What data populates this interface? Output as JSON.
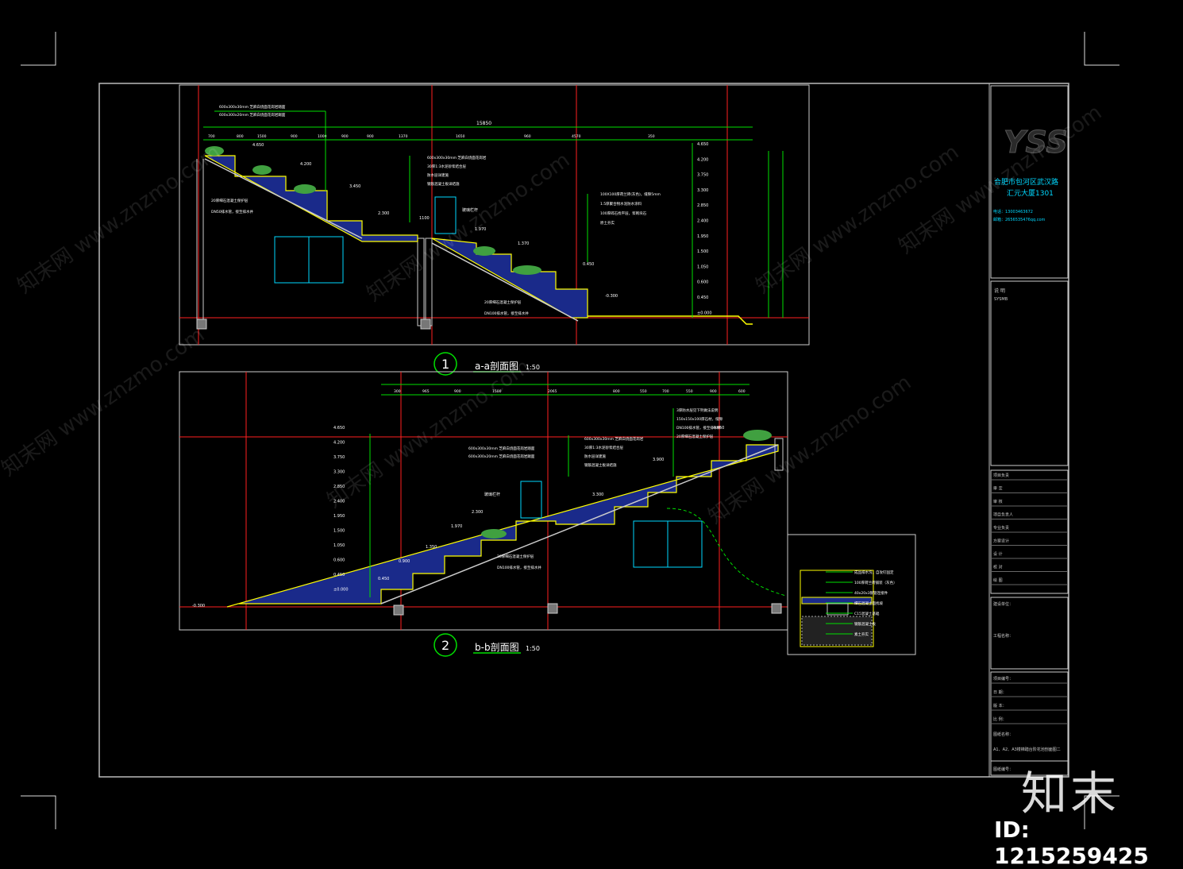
{
  "titleblock": {
    "logo": "YSS",
    "company": "合肥市包河区武汉路",
    "building": "汇元大厦1301",
    "phone": "电话：13003463672",
    "email": "邮箱：2656535476qq.com",
    "notes_title": "说  明",
    "notes_body": "SYSMB",
    "rows": [
      "项目负责",
      "审  定",
      "审  核",
      "项目负责人",
      "专业负责",
      "方案设计",
      "设  计",
      "校  对",
      "绘  图"
    ],
    "client_label": "建设单位：",
    "project_label": "工程名称：",
    "meta": [
      "项目编号：",
      "日  期：",
      "版  本：",
      "比  例："
    ],
    "drawing_label": "图纸名称：",
    "drawing_name": "A1、A2、A3楼梯踏台阶花池剖面图二",
    "sheet_label": "图纸编号："
  },
  "section_a": {
    "number": "1",
    "title": "a-a剖面图",
    "scale": "1:50",
    "total_dim": "15850",
    "dims": [
      "700",
      "800",
      "1500",
      "900",
      "1000",
      "900",
      "900",
      "1370",
      "1650",
      "960",
      "4570",
      "350"
    ],
    "notes_top": [
      "600x300x30mm 芝麻白烧面花岗岩踏面",
      "600x300x20mm 芝麻白烧面花岗岩踢面"
    ],
    "notes_mid": [
      "600x300x30mm 芝麻白烧面花岗岩",
      "30厚1:3水泥砂浆结合层",
      "防水层详建施",
      "钢筋混凝土板详结施"
    ],
    "notes_right": [
      "100X100厚荷兰砖(灰色)，缝隙5mm",
      "1.5厚聚合物水泥防水涂料",
      "100厚碎石找平层，浆砌块石",
      "原土夯实"
    ],
    "notes_left": [
      "20厚细石混凝土保护层",
      "DN50排水管，接至排水井"
    ],
    "notes_bottom": [
      "20厚细石混凝土保护层",
      "DN100排水管，接至排水井"
    ],
    "rail_note": "玻璃栏杆",
    "elev_top": [
      "4.650",
      "4.200",
      "3.750",
      "3.300",
      "2.850",
      "2.400",
      "1.950",
      "1.500",
      "1.050",
      "0.600",
      "0.450",
      "±0.000"
    ],
    "elev_section": [
      "4.650",
      "4.200",
      "3.450",
      "2.300",
      "1.970",
      "1.370",
      "0.450",
      "-0.300"
    ],
    "height_dim": "1100"
  },
  "section_b": {
    "number": "2",
    "title": "b-b剖面图",
    "scale": "1:50",
    "dims": [
      "300",
      "965",
      "900",
      "1500",
      "2065",
      "800",
      "550",
      "700",
      "550",
      "900",
      "600"
    ],
    "notes_top": [
      "600x300x30mm 芝麻白烧面花岗岩踏面",
      "600x300x20mm 芝麻白烧面花岗岩踢面"
    ],
    "notes_mid": [
      "600x300x30mm 芝麻白烧面花岗岩",
      "30厚1:3水泥砂浆结合层",
      "防水层详建施",
      "钢筋混凝土板详结施"
    ],
    "notes_right": [
      "3厚防水层见下列做法说明",
      "150x150x100厚石材，缝隙",
      "DN100排水管，接至排水井",
      "20厚细石混凝土保护层"
    ],
    "notes_left": [
      "20厚细石混凝土保护层",
      "DN100排水管，接至排水井"
    ],
    "rail_note": "玻璃栏杆",
    "elev_left": [
      "4.650",
      "4.200",
      "3.750",
      "3.300",
      "2.850",
      "2.400",
      "1.950",
      "1.500",
      "1.050",
      "0.600",
      "0.450",
      "±0.000"
    ],
    "elev_section": [
      "4.650",
      "3.900",
      "3.300",
      "2.300",
      "1.970",
      "1.350",
      "0.900",
      "0.450",
      "-0.300"
    ]
  },
  "detail": {
    "notes": [
      "成品排水沟，自攻钉固定",
      "100厚荷兰砖铺装（灰色）",
      "40x20x3钢管连接件",
      "细石混凝土面找坡",
      "C15混凝土基础",
      "钢筋混凝土板",
      "素土夯实"
    ]
  },
  "watermarks": [
    "知末网 www.znzmo.com"
  ],
  "brand": "知末",
  "id_tag": "ID: 1215259425",
  "colors": {
    "frame": "#c8c8c8",
    "red": "#ff2020",
    "green": "#00e000",
    "yellow": "#ffff00",
    "cyan": "#00d8ff",
    "blue": "#3050ff",
    "magenta": "#ff40ff",
    "white": "#ffffff"
  }
}
